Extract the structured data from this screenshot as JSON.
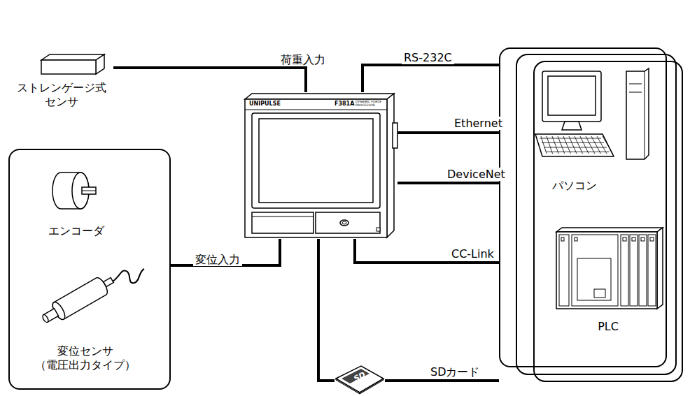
{
  "diagram": {
    "nodes": [
      {
        "text": [
          "ストレンゲージ式 センサ"
        ]
      },
      {
        "text": []
      },
      {
        "text": [
          "エンコーダ"
        ],
        "in": 1
      },
      {
        "text": [
          "変位センサ （電圧出力タイプ）"
        ],
        "in": 1
      },
      {
        "text": [
          "UNIPULSE",
          "F381A",
          "DYNAMIC FORCE PROCESSOR"
        ]
      },
      {
        "text": [
          "SD"
        ]
      },
      {
        "text": []
      },
      {
        "text": [
          "パソコン"
        ],
        "in": 6
      },
      {
        "text": [
          "PLC"
        ],
        "in": 6
      }
    ],
    "edges": [
      {
        "from": 0,
        "to": 4,
        "label": "荷重入力",
        "arrow": "none"
      },
      {
        "from": 1,
        "to": 4,
        "label": "変位入力",
        "arrow": "none"
      },
      {
        "from": 4,
        "to": 6,
        "label": "RS-232C",
        "arrow": "none"
      },
      {
        "from": 4,
        "to": 6,
        "label": "Ethernet",
        "arrow": "none"
      },
      {
        "from": 4,
        "to": 6,
        "label": "DeviceNet",
        "arrow": "none"
      },
      {
        "from": 4,
        "to": 6,
        "label": "CC-Link",
        "arrow": "none"
      },
      {
        "from": 4,
        "to": 5,
        "arrow": "none"
      },
      {
        "from": 5,
        "to": 6,
        "label": "SDカード",
        "arrow": "none"
      }
    ]
  }
}
